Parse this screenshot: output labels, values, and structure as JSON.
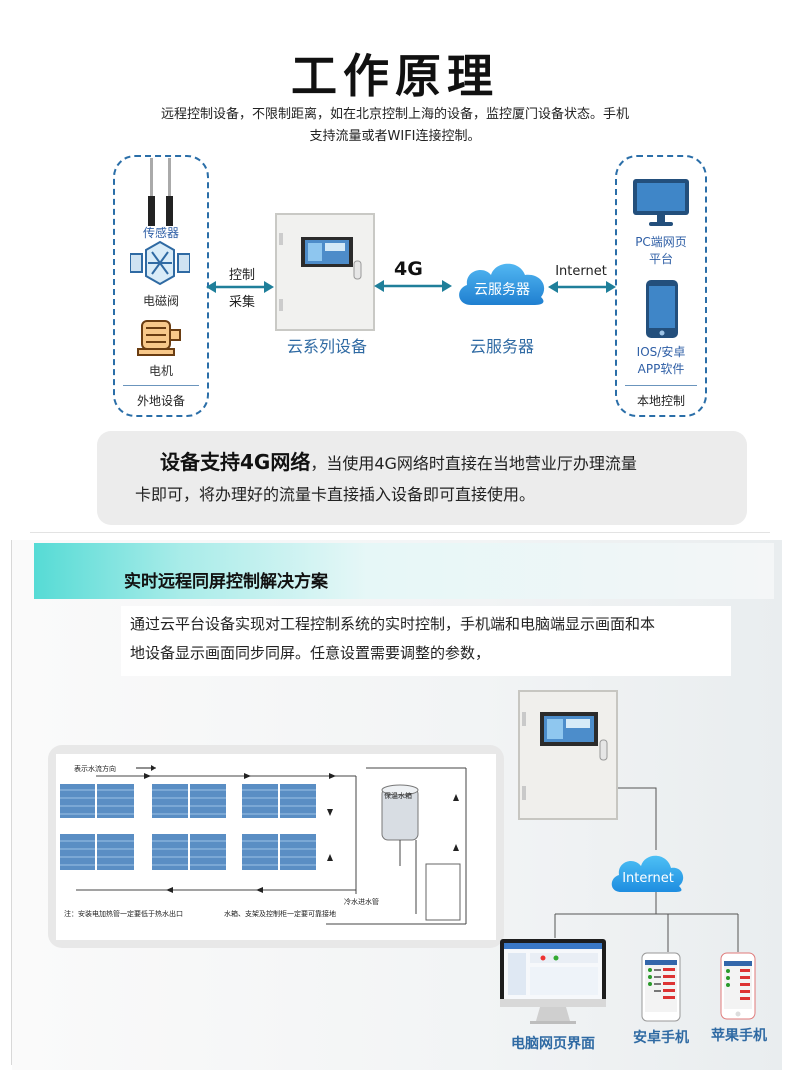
{
  "header": {
    "title": "工作原理",
    "intro_line1": "远程控制设备，不限制距离，如在北京控制上海的设备，监控厦门设备状态。手机",
    "intro_line2": "支持流量或者WIFI连接控制。"
  },
  "diagram": {
    "left_group": {
      "sensor_label": "传感器",
      "valve_label": "电磁阀",
      "motor_label": "电机",
      "footer": "外地设备"
    },
    "link_left": {
      "top": "控制",
      "bottom": "采集"
    },
    "device_caption": "云系列设备",
    "link_4g": "4G",
    "cloud_text": "云服务器",
    "cloud_caption": "云服务器",
    "link_internet": "Internet",
    "right_group": {
      "pc_label_1": "PC端网页",
      "pc_label_2": "平台",
      "phone_label_1": "IOS/安卓",
      "phone_label_2": "APP软件",
      "footer": "本地控制"
    }
  },
  "card": {
    "strong": "设备支持4G网络",
    "rest": "，当使用4G网络时直接在当地营业厅办理流量",
    "line2": "卡即可，将办理好的流量卡直接插入设备即可直接使用。"
  },
  "solution": {
    "title": "实时远程同屏控制解决方案",
    "desc_line1": "通过云平台设备实现对工程控制系统的实时控制，手机端和电脑端显示画面和本",
    "desc_line2": "地设备显示画面同步同屏。任意设置需要调整的参数，",
    "schematic": {
      "flow_label": "表示水流方向",
      "water_tank": "保温水箱",
      "note": "注：安装电加热管一定要低于热水出口",
      "note2": "水箱、支架及控制柜一定要可靠接地",
      "cold_pipe": "冷水进水管"
    },
    "internet_label": "Internet",
    "pc_label": "电脑网页界面",
    "android_label": "安卓手机",
    "apple_label": "苹果手机"
  },
  "colors": {
    "accent_blue": "#2f6aa3",
    "link_teal": "#1f7f9a",
    "cloud_blue": "#2a8fd8",
    "band_teal": "#56dbd5"
  }
}
